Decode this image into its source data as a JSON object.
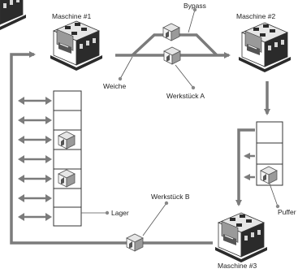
{
  "labels": {
    "machine1": "Maschine #1",
    "machine2": "Maschine #2",
    "machine3": "Maschine #3",
    "bypass": "Bypass",
    "switch": "Weiche",
    "workpiece_a": "Werkstück A",
    "workpiece_b": "Werkstück B",
    "storage": "Lager",
    "buffer": "Puffer"
  },
  "colors": {
    "arrow": "#7b7b7b",
    "box_top": "#e6e6e6",
    "box_side": "#9a9a9a",
    "machine_dark": "#2b2b2b",
    "line": "#333333",
    "dot": "#888888"
  }
}
